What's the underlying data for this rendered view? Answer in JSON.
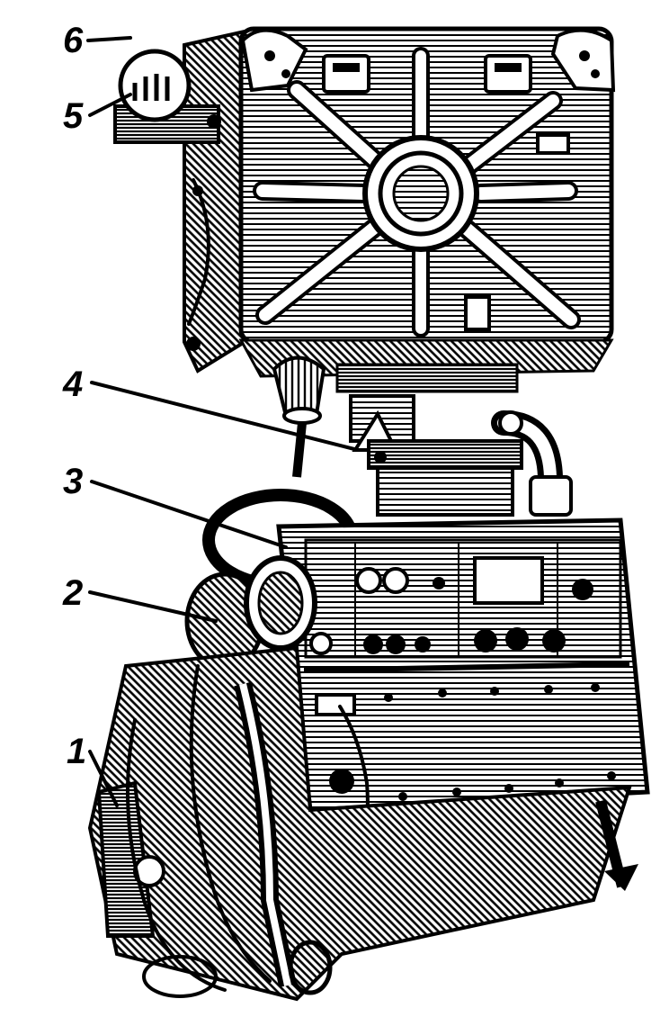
{
  "figure": {
    "callouts": [
      {
        "id": "1",
        "label": "1"
      },
      {
        "id": "2",
        "label": "2"
      },
      {
        "id": "3",
        "label": "3"
      },
      {
        "id": "4",
        "label": "4"
      },
      {
        "id": "5",
        "label": "5"
      },
      {
        "id": "6",
        "label": "6"
      }
    ],
    "colors": {
      "ink": "#000000",
      "paper": "#ffffff"
    }
  }
}
